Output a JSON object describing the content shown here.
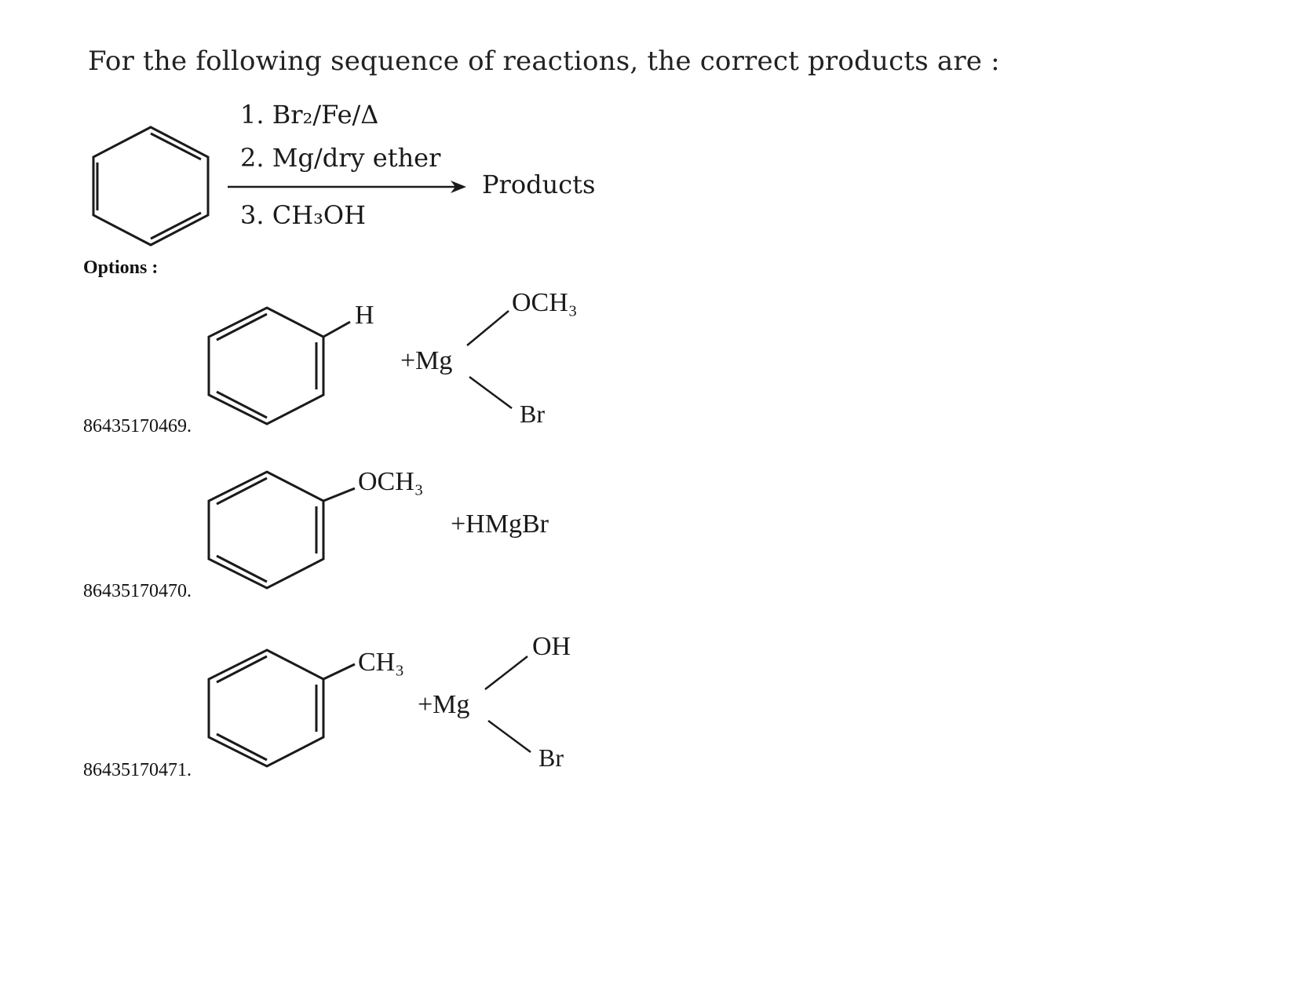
{
  "question": {
    "text": "For the following sequence of reactions, the correct products are :"
  },
  "reaction": {
    "step1": "1. Br₂/Fe/Δ",
    "step2": "2. Mg/dry ether",
    "step3": "3. CH₃OH",
    "product": "Products"
  },
  "options_label": "Options :",
  "options": [
    {
      "id": "86435170469.",
      "substituent": "H",
      "plus_mg": "+Mg",
      "upper_group": "OCH₃",
      "lower_group": "Br"
    },
    {
      "id": "86435170470.",
      "substituent": "OCH₃",
      "plus_reagent": "+HMgBr"
    },
    {
      "id": "86435170471.",
      "substituent": "CH₃",
      "plus_mg": "+Mg",
      "upper_group": "OH",
      "lower_group": "Br"
    }
  ]
}
